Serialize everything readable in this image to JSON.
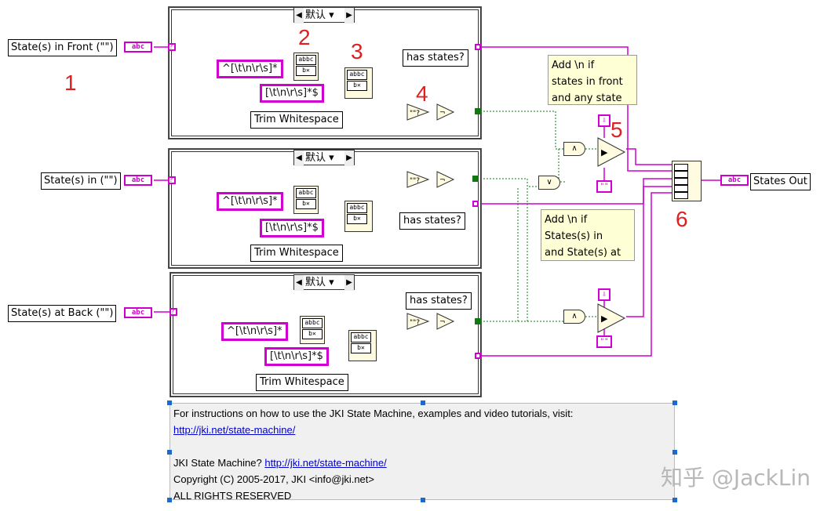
{
  "case_selector_label": "默认",
  "controls": {
    "front": "State(s) in Front (\"\")",
    "in": "State(s) in (\"\")",
    "back": "State(s) at Back (\"\")",
    "out": "States Out"
  },
  "terminal_text": "abc",
  "regex": {
    "leading": "^[\\t\\n\\r\\s]*",
    "trailing": "[\\t\\n\\r\\s]*$"
  },
  "trim_label": "Trim Whitespace",
  "has_states_label": "has states?",
  "question_mark": "?",
  "notes": {
    "front": "Add \\n if\nstates in front\nand any state",
    "in": "Add \\n if\nStates(s) in\nand State(s) at"
  },
  "step_numbers": [
    "1",
    "2",
    "3",
    "4",
    "5",
    "6"
  ],
  "empty_string_constant": "\"\"",
  "comment": {
    "line1": "For instructions on how to use the JKI State Machine, examples and video tutorials, visit:",
    "link1": "http://jki.net/state-machine/",
    "line3_prefix": "JKI State Machine? ",
    "link2": "http://jki.net/state-machine/",
    "copyright": "Copyright (C) 2005-2017, JKI <info@jki.net>",
    "rights": "ALL RIGHTS RESERVED"
  },
  "watermark": "知乎 @JackLin",
  "colors": {
    "string_wire": "#d000d0",
    "bool_wire": "#107810",
    "note_bg": "#ffffd5"
  }
}
